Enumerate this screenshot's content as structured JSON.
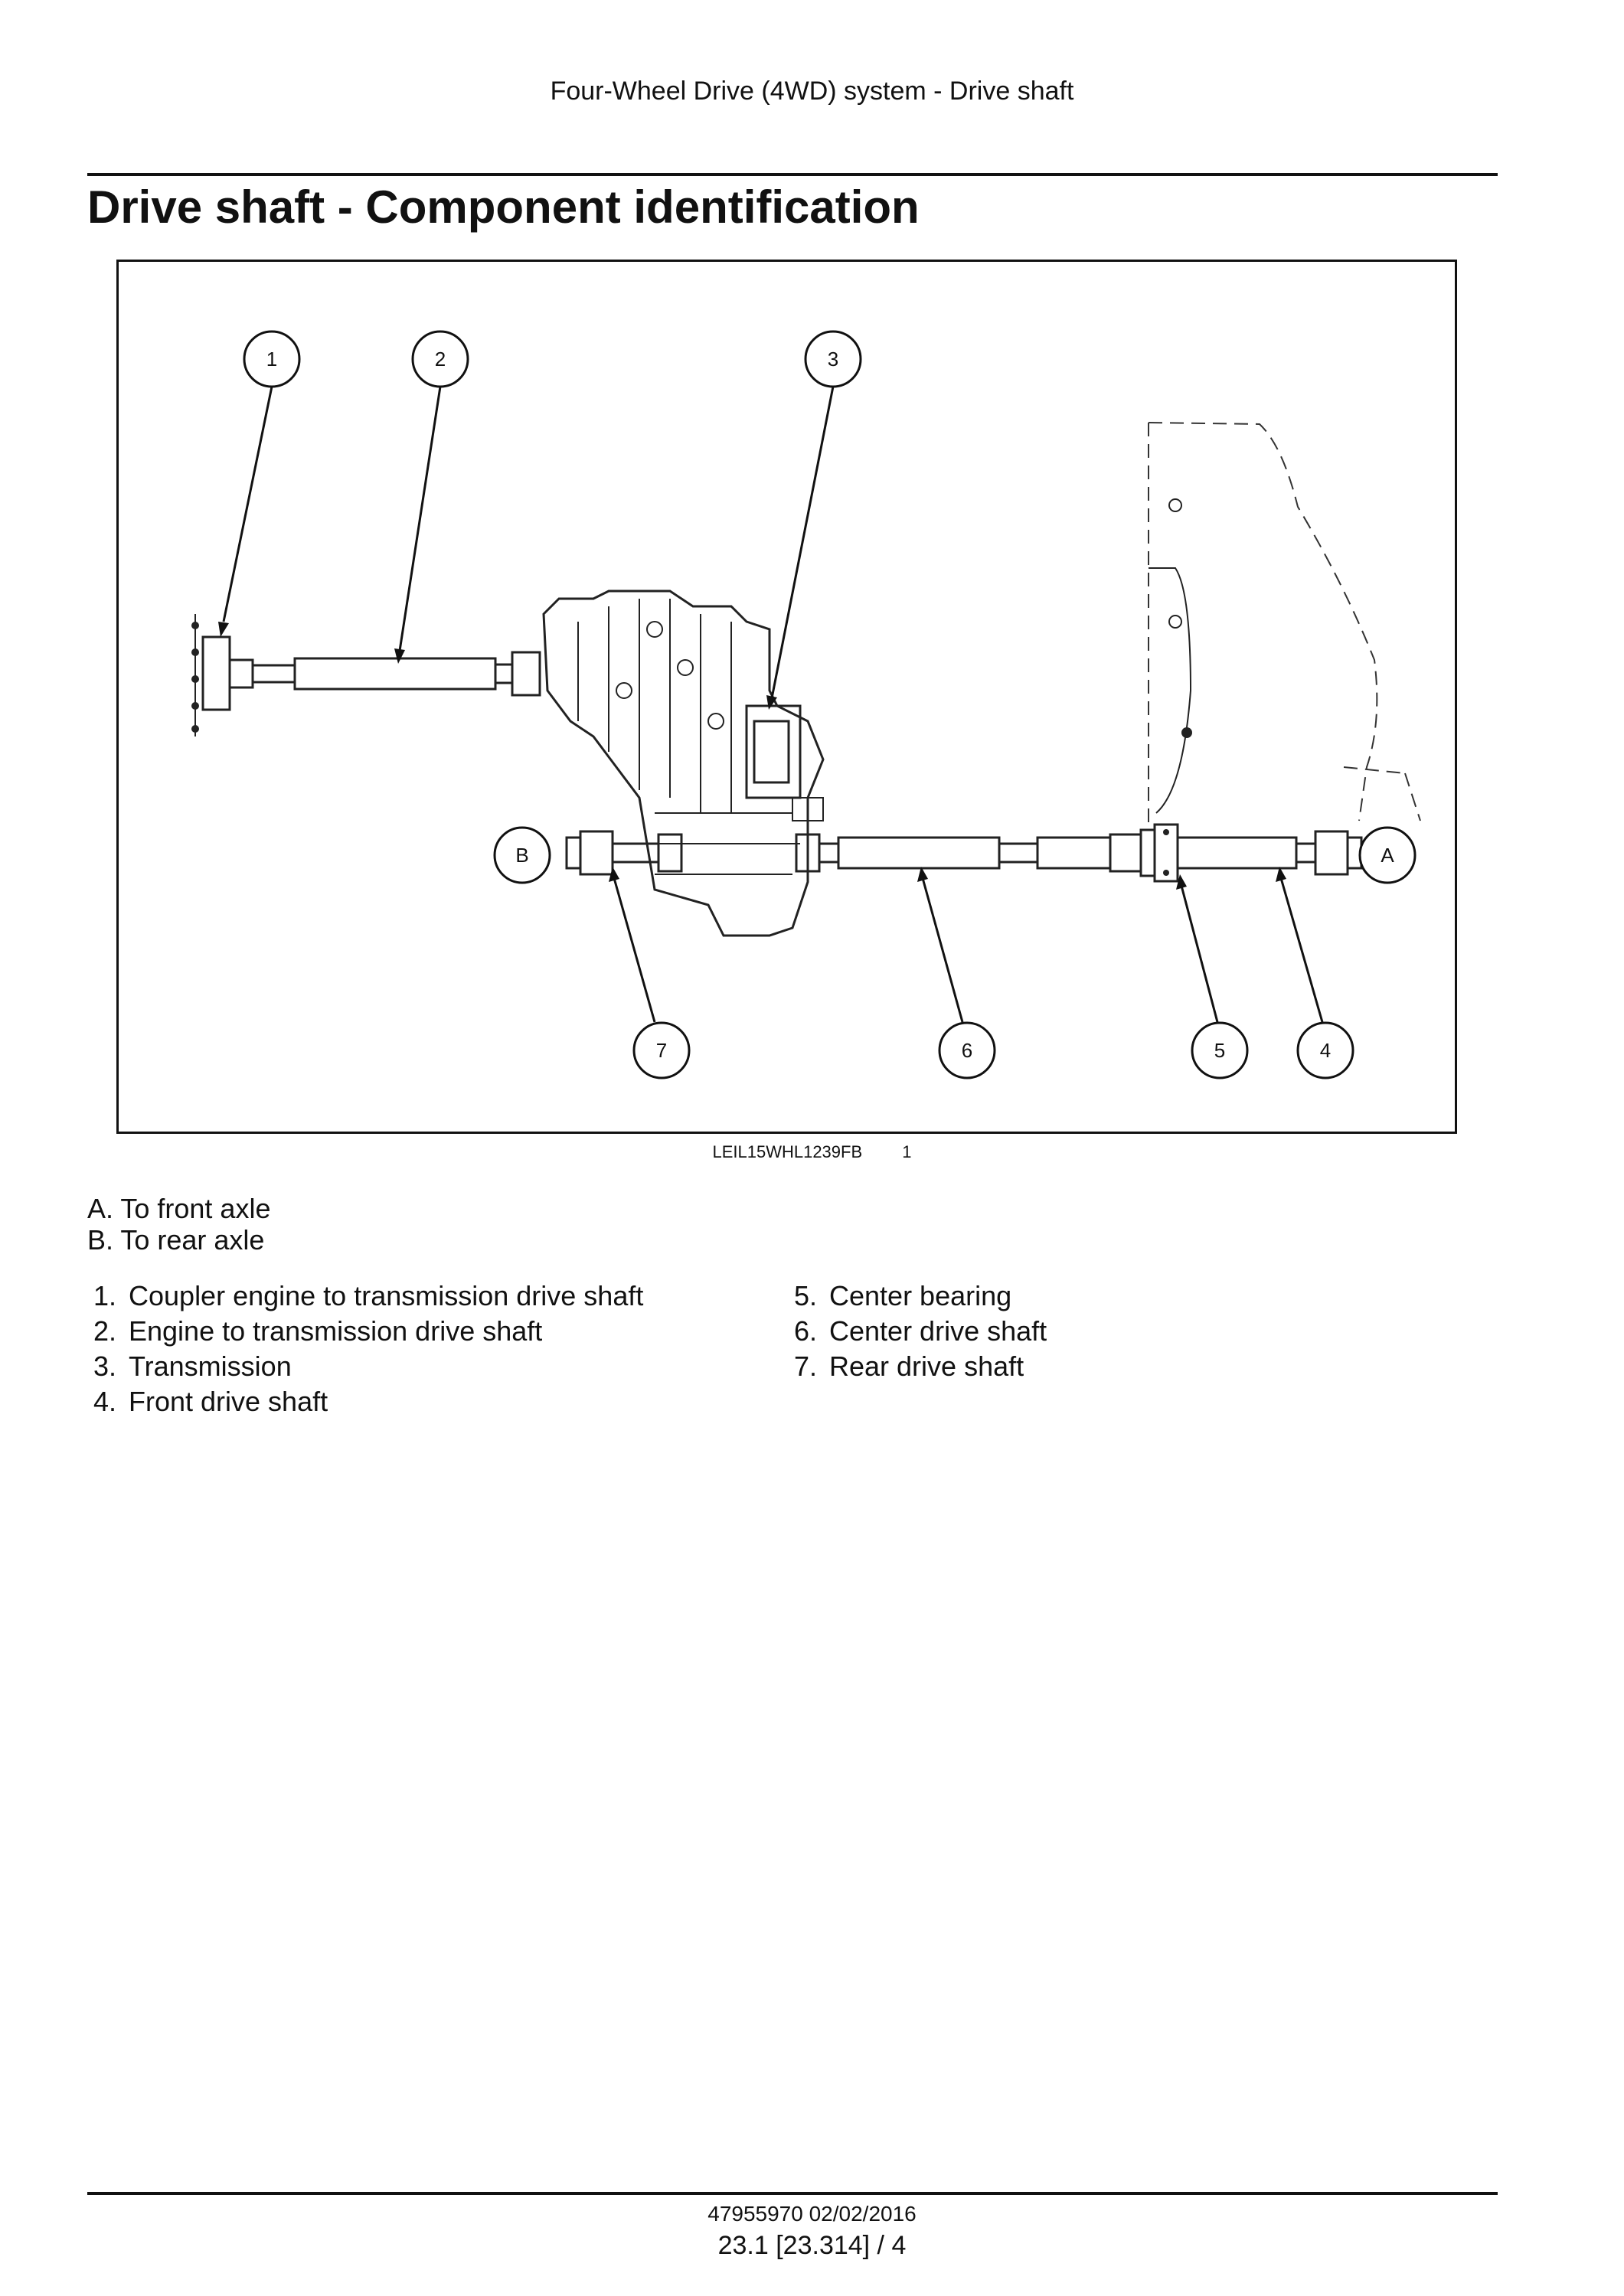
{
  "header": {
    "running_title": "Four-Wheel Drive (4WD) system - Drive shaft"
  },
  "page_title": "Drive shaft - Component identification",
  "figure": {
    "callouts": {
      "c1": "1",
      "c2": "2",
      "c3": "3",
      "c4": "4",
      "c5": "5",
      "c6": "6",
      "c7": "7",
      "cA": "A",
      "cB": "B"
    },
    "code": "LEIL15WHL1239FB",
    "number": "1"
  },
  "legend_letters": [
    "A. To front axle",
    "B. To rear axle"
  ],
  "legend_left": [
    {
      "n": "1.",
      "text": "Coupler engine to transmission drive shaft"
    },
    {
      "n": "2.",
      "text": "Engine to transmission drive shaft"
    },
    {
      "n": "3.",
      "text": "Transmission"
    },
    {
      "n": "4.",
      "text": "Front drive shaft"
    }
  ],
  "legend_right": [
    {
      "n": "5.",
      "text": "Center bearing"
    },
    {
      "n": "6.",
      "text": "Center drive shaft"
    },
    {
      "n": "7.",
      "text": "Rear drive shaft"
    }
  ],
  "footer": {
    "doc_id": "47955970 02/02/2016",
    "page_ref": "23.1 [23.314] / 4"
  }
}
